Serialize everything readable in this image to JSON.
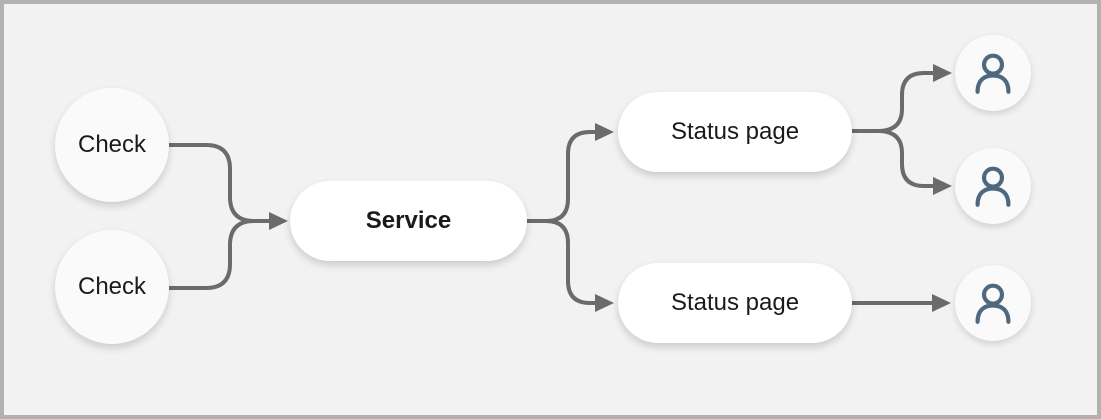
{
  "canvas": {
    "background": "#f2f2f2",
    "frame_color": "#b2b2b2"
  },
  "colors": {
    "connector": "#6b6b6b",
    "pill_fill": "#ffffff",
    "circle_fill": "#fafafa",
    "user_icon": "#4e6880",
    "label_text": "#1a1a1a"
  },
  "nodes": {
    "check_1": {
      "label": "Check",
      "shape": "circle"
    },
    "check_2": {
      "label": "Check",
      "shape": "circle"
    },
    "service": {
      "label": "Service",
      "shape": "pill",
      "emphasis": "bold"
    },
    "status_page_1": {
      "label": "Status page",
      "shape": "pill"
    },
    "status_page_2": {
      "label": "Status page",
      "shape": "pill"
    },
    "user_1": {
      "icon": "user-icon"
    },
    "user_2": {
      "icon": "user-icon"
    },
    "user_3": {
      "icon": "user-icon"
    }
  },
  "edges": [
    {
      "from": "check_1",
      "to": "service"
    },
    {
      "from": "check_2",
      "to": "service"
    },
    {
      "from": "service",
      "to": "status_page_1"
    },
    {
      "from": "service",
      "to": "status_page_2"
    },
    {
      "from": "status_page_1",
      "to": "user_1"
    },
    {
      "from": "status_page_1",
      "to": "user_2"
    },
    {
      "from": "status_page_2",
      "to": "user_3"
    }
  ]
}
